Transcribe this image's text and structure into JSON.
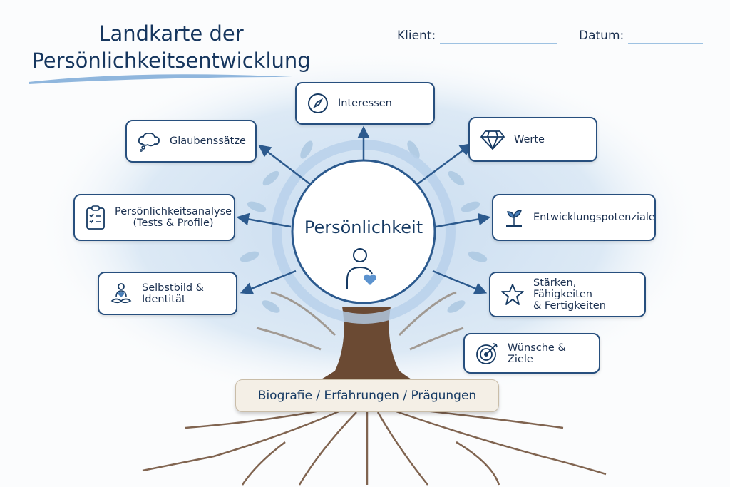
{
  "title": "Landkarte der Persönlichkeitsentwicklung",
  "fields": {
    "client_label": "Klient:",
    "date_label": "Datum:"
  },
  "center": {
    "label": "Persönlichkeit",
    "icon": "person-heart-icon"
  },
  "nodes": {
    "interessen": {
      "label": "Interessen",
      "icon": "compass-icon"
    },
    "glaubenssaetze": {
      "label": "Glaubenssätze",
      "icon": "thought-cloud-icon"
    },
    "werte": {
      "label": "Werte",
      "icon": "diamond-icon"
    },
    "analyse": {
      "label": "Persönlichkeitsanalyse",
      "label2": "(Tests & Profile)",
      "icon": "clipboard-checklist-icon"
    },
    "potenziale": {
      "label": "Entwicklungspotenziale",
      "icon": "sprout-icon"
    },
    "selbstbild": {
      "label": "Selbstbild &",
      "label2": "Identität",
      "icon": "meditation-heart-icon"
    },
    "staerken": {
      "label": "Stärken, Fähigkeiten",
      "label2": "& Fertigkeiten",
      "icon": "star-icon"
    },
    "wuensche": {
      "label": "Wünsche & Ziele",
      "icon": "target-icon"
    }
  },
  "roots": {
    "label": "Biografie / Erfahrungen / Prägungen"
  },
  "colors": {
    "navy": "#163a63",
    "accent": "#4a7fb8",
    "trunk": "#6b4a33"
  }
}
